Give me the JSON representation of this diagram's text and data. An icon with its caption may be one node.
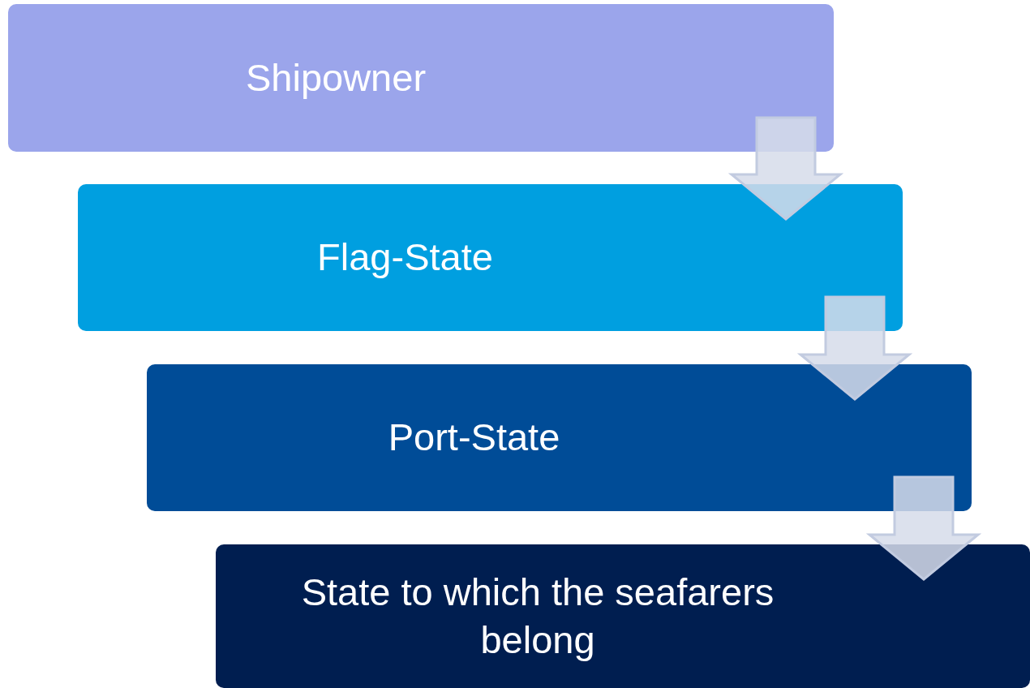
{
  "diagram": {
    "nodes": [
      {
        "text": [
          "Shipowner"
        ]
      },
      {
        "text": [
          "Flag-State"
        ]
      },
      {
        "text": [
          "Port-State"
        ]
      },
      {
        "text": [
          "State to which the seafarers belong"
        ]
      }
    ],
    "edges": [
      {
        "from": 0,
        "to": 1,
        "arrow": "to"
      },
      {
        "from": 1,
        "to": 2,
        "arrow": "to"
      },
      {
        "from": 2,
        "to": 3,
        "arrow": "to"
      }
    ]
  }
}
